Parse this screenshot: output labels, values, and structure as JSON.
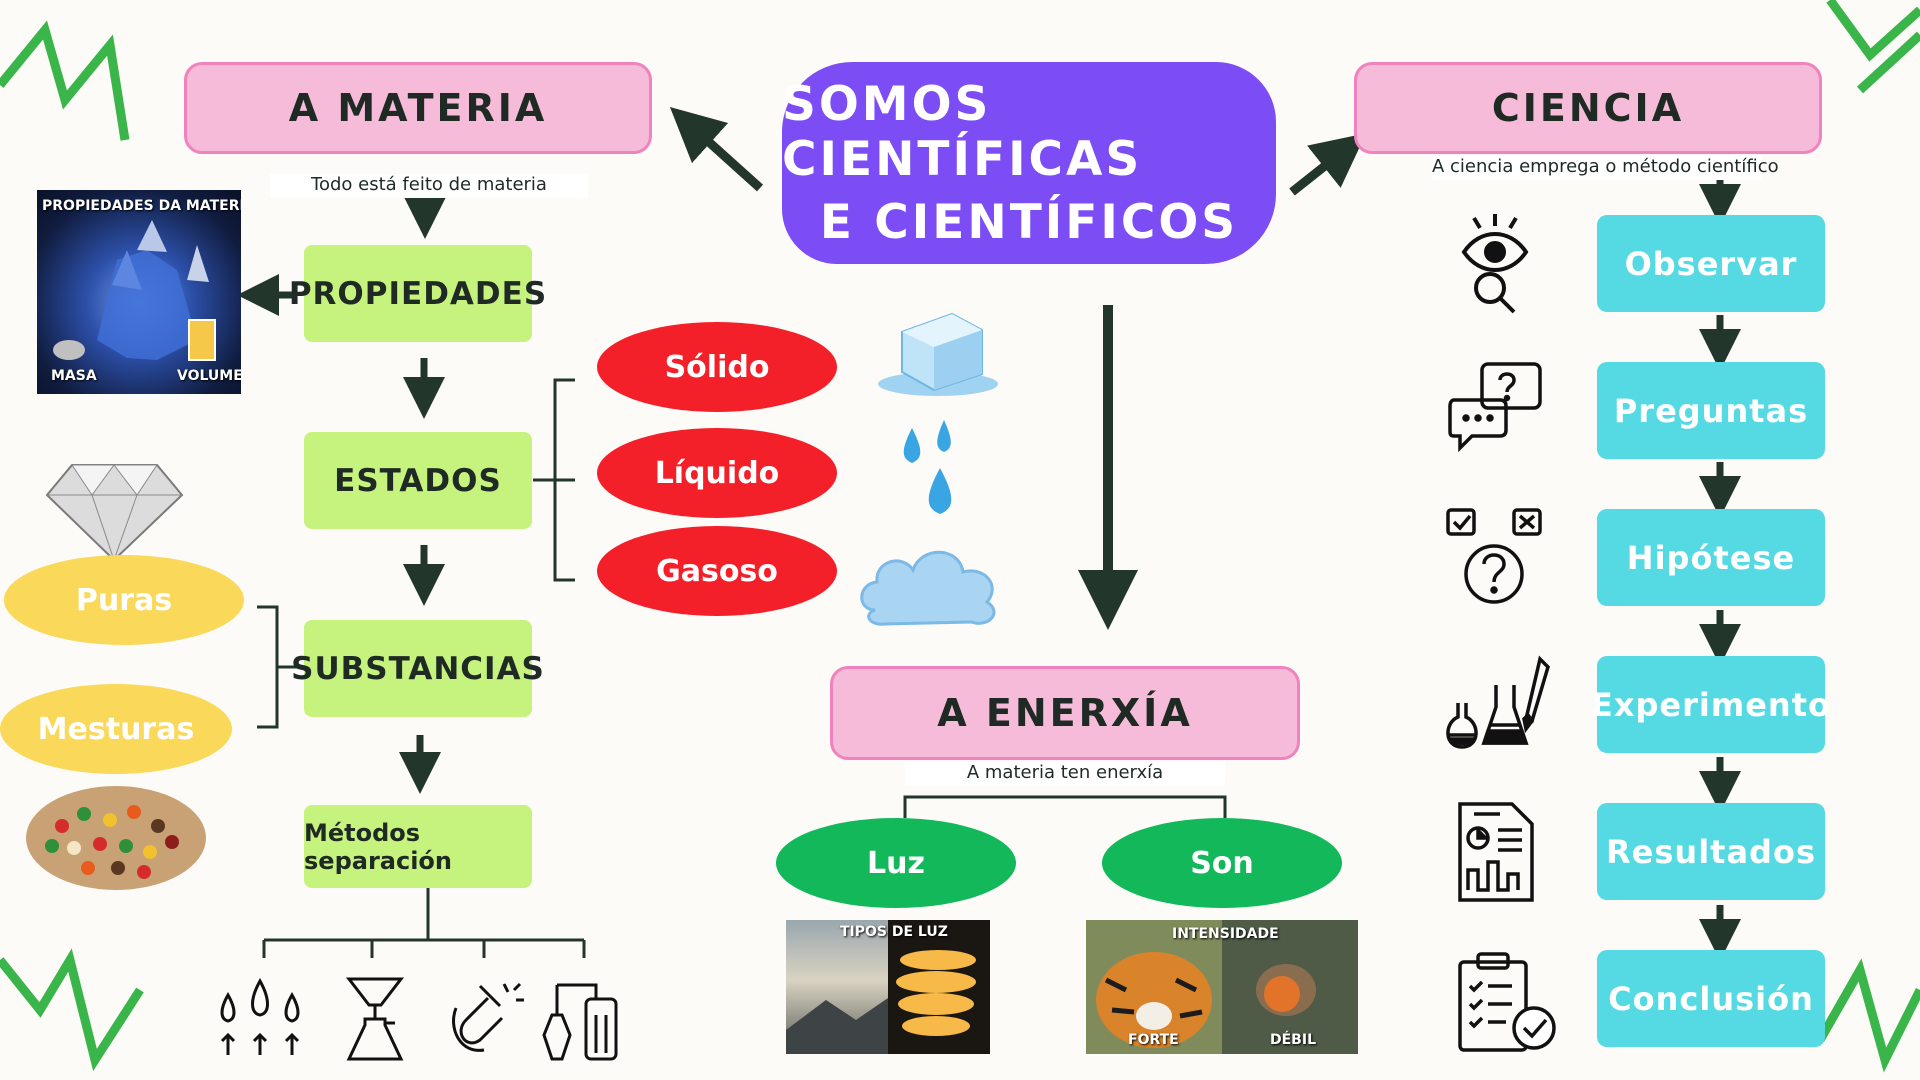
{
  "title": {
    "line1": "SOMOS CIENTÍFICAS",
    "line2": "E CIENTÍFICOS"
  },
  "materia": {
    "header": "A MATERIA",
    "caption": "Todo está feito de materia",
    "propiedades": "PROPIEDADES",
    "estados": "ESTADOS",
    "substancias": "SUBSTANCIAS",
    "metodos": "Métodos separación",
    "photo": {
      "title": "PROPIEDADES DA MATERIA",
      "left": "MASA",
      "right": "VOLUME"
    },
    "states": [
      "Sólido",
      "Líquido",
      "Gasoso"
    ],
    "substance_types": [
      "Puras",
      "Mesturas"
    ]
  },
  "ciencia": {
    "header": "CIENCIA",
    "caption": "A ciencia emprega o método científico",
    "steps": [
      "Observar",
      "Preguntas",
      "Hipótese",
      "Experimento",
      "Resultados",
      "Conclusión"
    ]
  },
  "enerxia": {
    "header": "A ENERXÍA",
    "caption": "A materia ten enerxía",
    "types": [
      "Luz",
      "Son"
    ],
    "luz_photo": "TIPOS DE LUZ",
    "son_photo": {
      "title": "INTENSIDADE",
      "left": "FORTE",
      "right": "DÉBIL"
    }
  },
  "colors": {
    "purple": "#7c4cf5",
    "pink": "#f6bbd9",
    "lime": "#c6f37e",
    "cyan": "#55d9e3",
    "red": "#f3202a",
    "yellow": "#fad85a",
    "green": "#12b85a",
    "zigzag": "#39b54a"
  }
}
